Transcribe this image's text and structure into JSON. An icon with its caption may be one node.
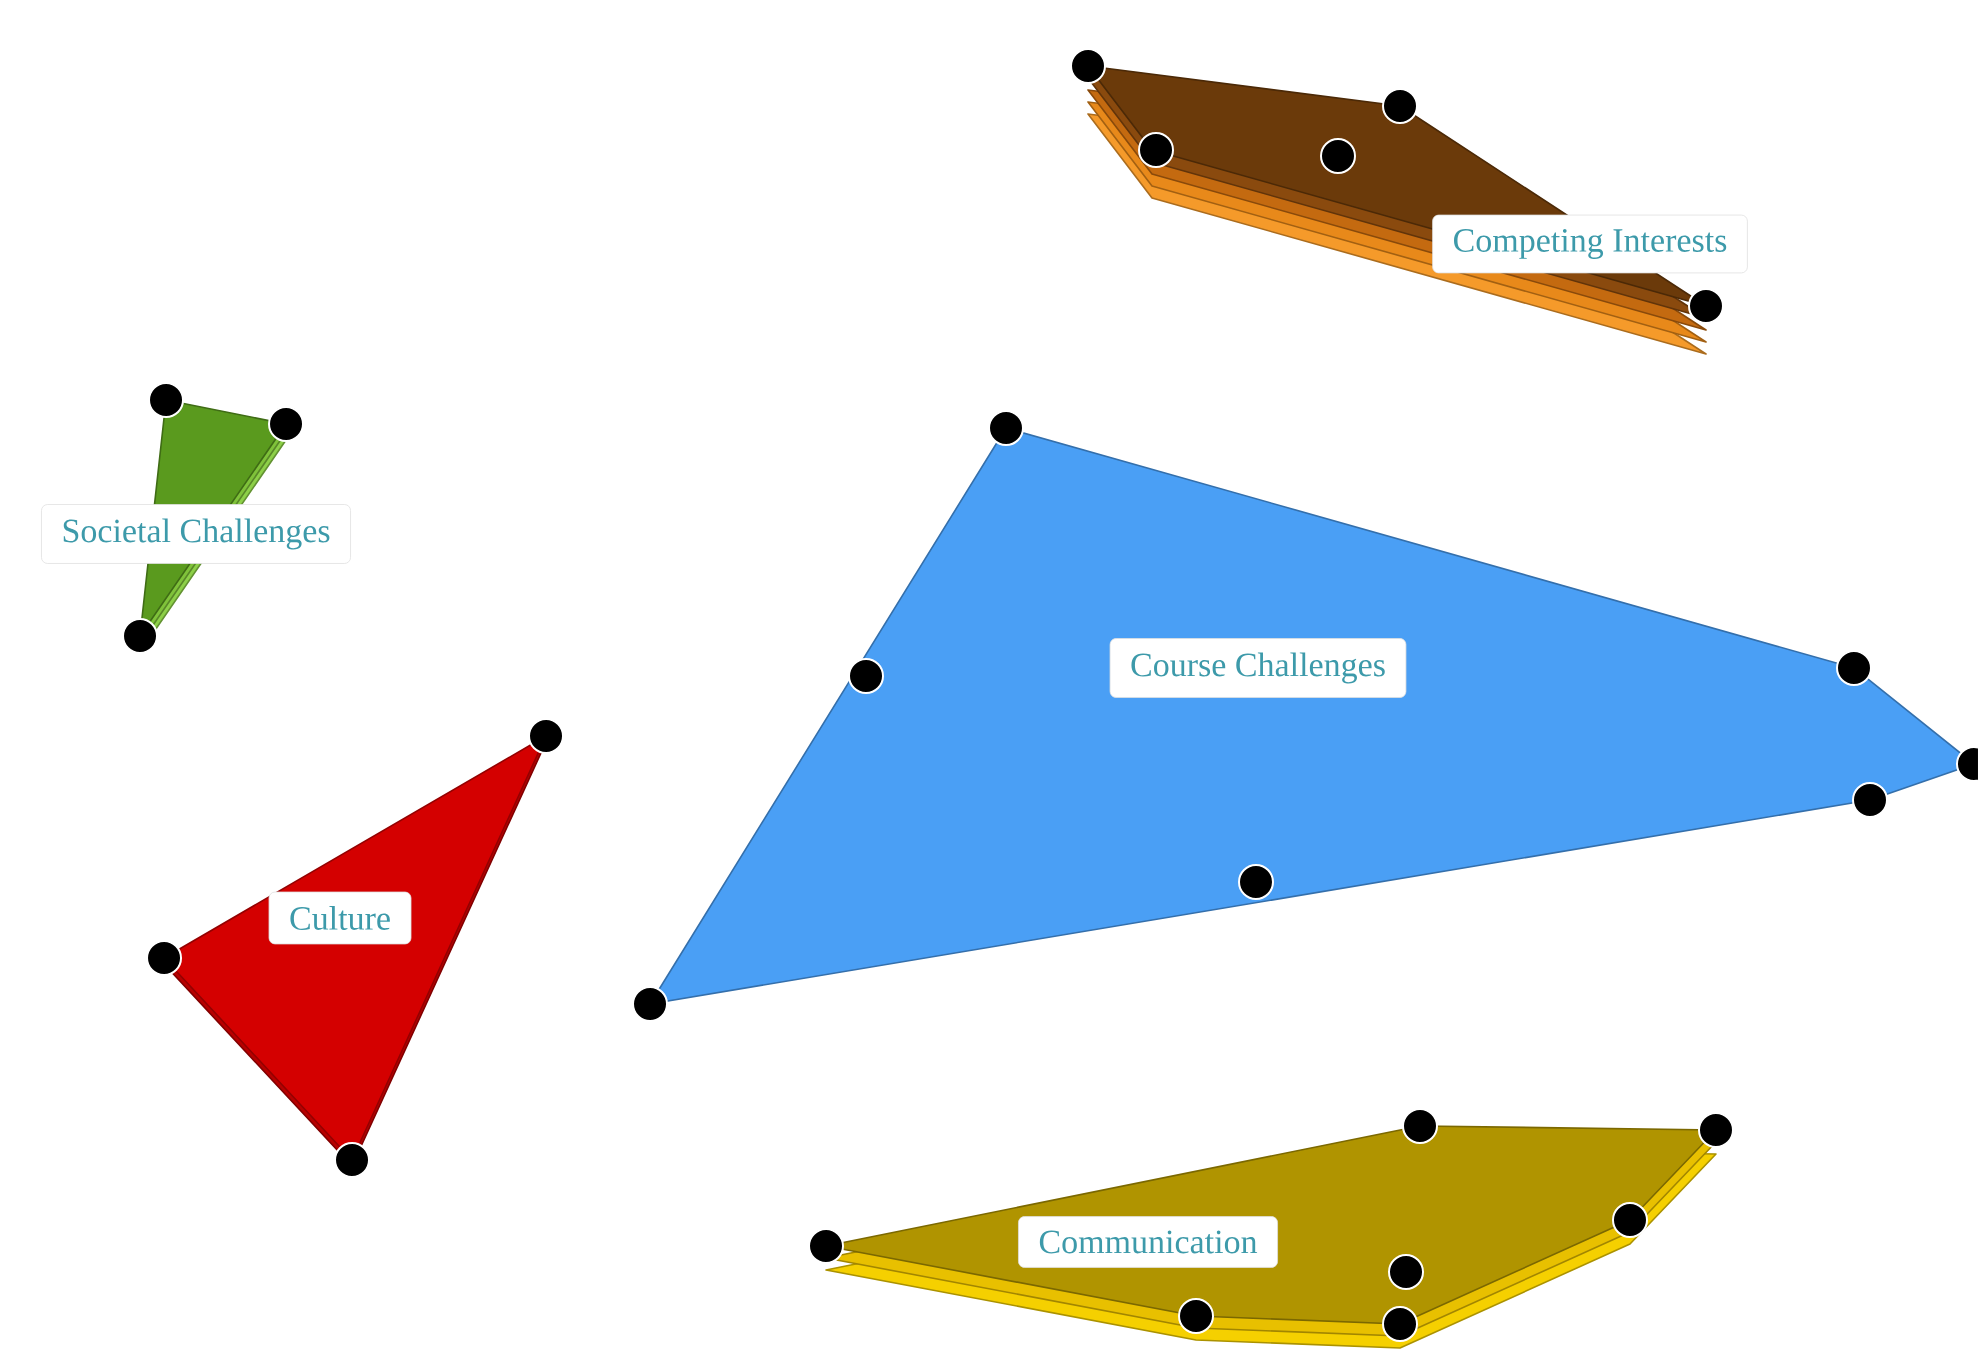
{
  "diagram": {
    "nodes": [
      {
        "text": [
          "Competing Interests"
        ]
      },
      {
        "text": [
          "Societal Challenges"
        ]
      },
      {
        "text": [
          "Course Challenges"
        ]
      },
      {
        "text": [
          "Culture"
        ]
      },
      {
        "text": [
          "Communication"
        ]
      }
    ]
  }
}
